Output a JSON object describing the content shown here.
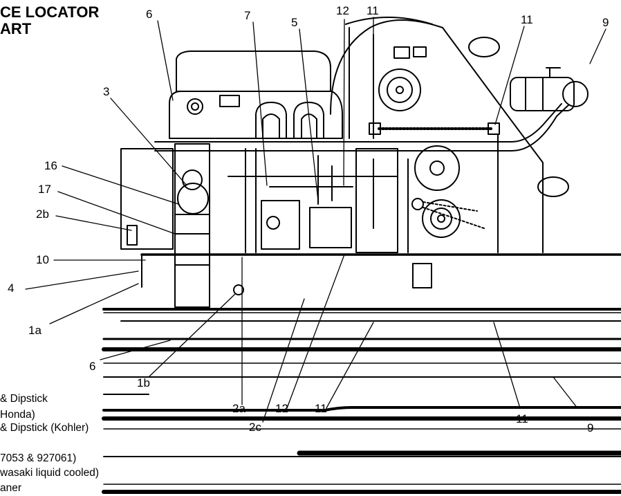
{
  "title": {
    "line1": "CE LOCATOR",
    "line2": "ART"
  },
  "callouts": [
    {
      "id": "6-top",
      "text": "6"
    },
    {
      "id": "7",
      "text": "7"
    },
    {
      "id": "5",
      "text": "5"
    },
    {
      "id": "12-top",
      "text": "12"
    },
    {
      "id": "11-top-left",
      "text": "11"
    },
    {
      "id": "11-top-right",
      "text": "11"
    },
    {
      "id": "9-top",
      "text": "9"
    },
    {
      "id": "3",
      "text": "3"
    },
    {
      "id": "16",
      "text": "16"
    },
    {
      "id": "17",
      "text": "17"
    },
    {
      "id": "2b",
      "text": "2b"
    },
    {
      "id": "10",
      "text": "10"
    },
    {
      "id": "4",
      "text": "4"
    },
    {
      "id": "1a",
      "text": "1a"
    },
    {
      "id": "6-bottom",
      "text": "6"
    },
    {
      "id": "1b",
      "text": "1b"
    },
    {
      "id": "2a",
      "text": "2a"
    },
    {
      "id": "12-bottom",
      "text": "12"
    },
    {
      "id": "2c",
      "text": "2c"
    },
    {
      "id": "11-bottom-left",
      "text": "11"
    },
    {
      "id": "11-bottom-right",
      "text": "11"
    },
    {
      "id": "9-bottom",
      "text": "9"
    }
  ],
  "legend": [
    "& Dipstick",
    "Honda)",
    "& Dipstick (Kohler)",
    "7053 & 927061)",
    "wasaki liquid cooled)",
    "aner"
  ]
}
